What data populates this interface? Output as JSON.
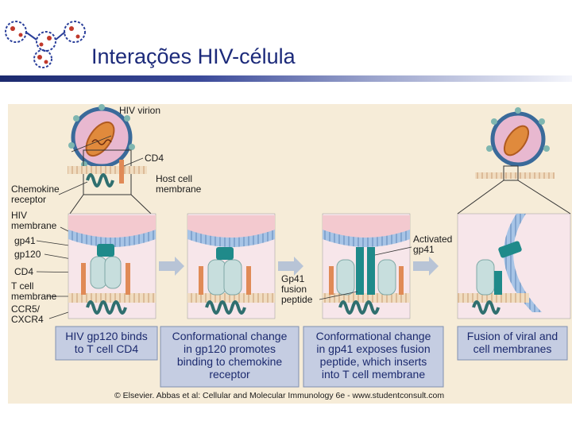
{
  "slide": {
    "title": "Interações HIV-célula"
  },
  "labels": {
    "hiv_virion": "HIV virion",
    "cd4_top": "CD4",
    "host_cell_line1": "Host cell",
    "host_cell_line2": "membrane",
    "chemokine_line1": "Chemokine",
    "chemokine_line2": "receptor",
    "hiv_mem_line1": "HIV",
    "hiv_mem_line2": "membrane",
    "gp41": "gp41",
    "gp120": "gp120",
    "cd4": "CD4",
    "tcell_line1": "T cell",
    "tcell_line2": "membrane",
    "ccr5_line1": "CCR5/",
    "ccr5_line2": "CXCR4",
    "activated_line1": "Activated",
    "activated_line2": "gp41",
    "fusion_line1": "Gp41",
    "fusion_line2": "fusion",
    "fusion_line3": "peptide"
  },
  "captions": [
    {
      "lines": [
        "HIV gp120 binds",
        "to T cell CD4"
      ]
    },
    {
      "lines": [
        "Conformational change",
        "in gp120 promotes",
        "binding to chemokine",
        "receptor"
      ]
    },
    {
      "lines": [
        "Conformational change",
        "in gp41 exposes fusion",
        "peptide, which inserts",
        "into T cell membrane"
      ]
    },
    {
      "lines": [
        "Fusion of viral and",
        "cell membranes"
      ]
    }
  ],
  "credit": "© Elsevier. Abbas et al: Cellular and Molecular Immunology 6e - www.studentconsult.com",
  "colors": {
    "figure_bg": "#f6ecd8",
    "viral_membrane": "#a7c4e6",
    "host_membrane": "#f3c9cf",
    "gp120": "#c7dedd",
    "gp41": "#1f8a8a",
    "cd4": "#e08a56",
    "chemokine_receptor": "#2f6f6f",
    "caption_box": "#c5cde2",
    "caption_text": "#1c2a6e",
    "arrow": "#b8c4d6"
  }
}
